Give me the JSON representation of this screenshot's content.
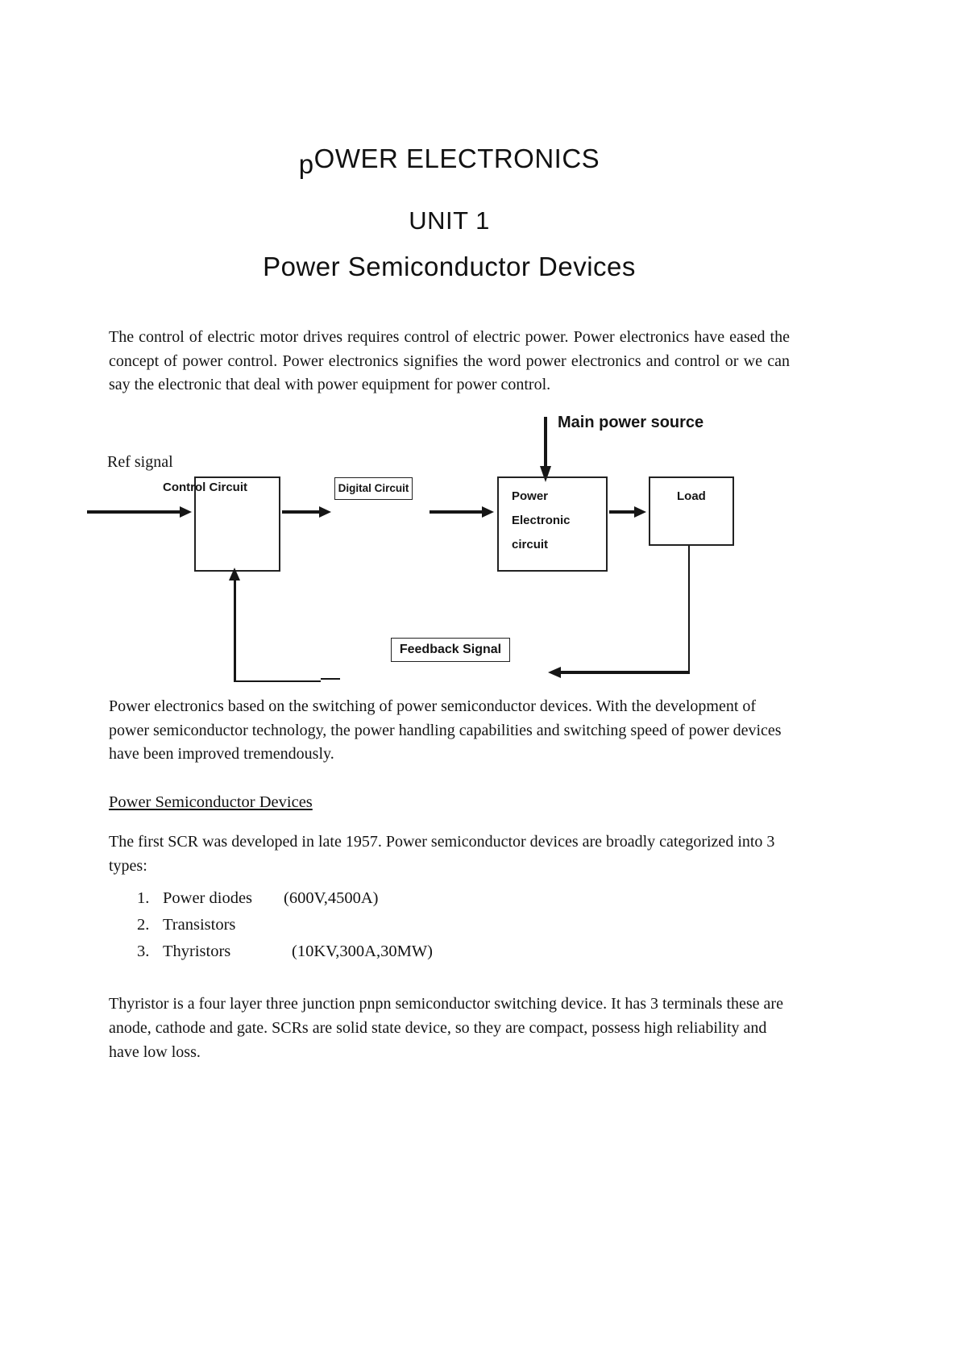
{
  "page": {
    "title_prefix": "p",
    "title_rest": "OWER ELECTRONICS",
    "subtitle": "UNIT 1",
    "doc_title": "Power Semiconductor Devices",
    "paragraphs": {
      "intro": "The control of electric motor drives requires control of electric power. Power electronics have eased the concept of power control. Power electronics signifies the word power electronics and control or we can say the electronic that deal with power equipment for power control.",
      "switching": "Power electronics based on the switching of power semiconductor devices. With the development of power semiconductor technology, the power handling capabilities and switching speed of power devices have been improved tremendously.",
      "scr": "The first SCR was developed in late 1957. Power semiconductor devices are broadly categorized into 3 types:",
      "thyristor": "Thyristor is a four layer three junction pnpn semiconductor switching device. It has 3 terminals these are anode, cathode and gate. SCRs are solid state device, so they are compact, possess high reliability and have low loss."
    },
    "section_heading": "Power Semiconductor Devices",
    "list": {
      "items": [
        {
          "number": "1.",
          "name": "Power diodes",
          "spec": "(600V,4500A)"
        },
        {
          "number": "2.",
          "name": "Transistors",
          "spec": ""
        },
        {
          "number": "3.",
          "name": "Thyristors",
          "spec": "(10KV,300A,30MW)"
        }
      ]
    },
    "diagram": {
      "main_power_label": "Main power source",
      "ref_signal_label": "Ref signal",
      "control_box_label": "Control Circuit",
      "digital_box_label": "Digital Circuit",
      "power_box_line1": "Power",
      "power_box_line2": "Electronic",
      "power_box_line3": "circuit",
      "load_box_label": "Load",
      "feedback_label": "Feedback Signal"
    },
    "colors": {
      "background": "#ffffff",
      "text": "#141414",
      "line": "#161616",
      "box_border": "#222222"
    }
  }
}
